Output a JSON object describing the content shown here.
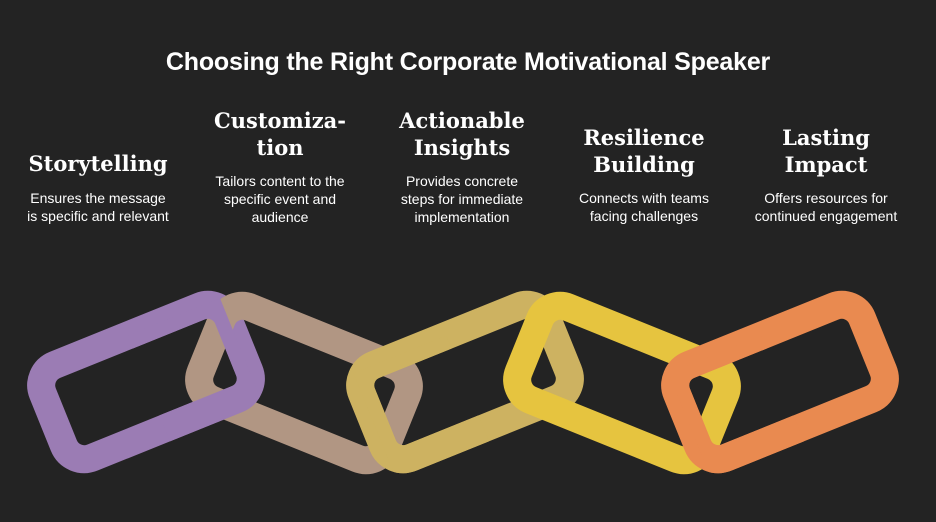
{
  "title": "Choosing the Right Corporate Motivational Speaker",
  "steps": [
    {
      "heading": "Storytelling",
      "description": "Ensures the message\nis specific and relevant",
      "color": "#9b7cb4"
    },
    {
      "heading": "Customiza-\ntion",
      "description": "Tailors content to the\nspecific event and\naudience",
      "color": "#b19683"
    },
    {
      "heading": "Actionable\nInsights",
      "description": "Provides concrete\nsteps for immediate\nimplementation",
      "color": "#cdb261"
    },
    {
      "heading": "Resilience\nBuilding",
      "description": "Connects with teams\nfacing challenges",
      "color": "#e6c43f"
    },
    {
      "heading": "Lasting\nImpact",
      "description": "Offers resources for\ncontinued engagement",
      "color": "#e98a50"
    }
  ]
}
